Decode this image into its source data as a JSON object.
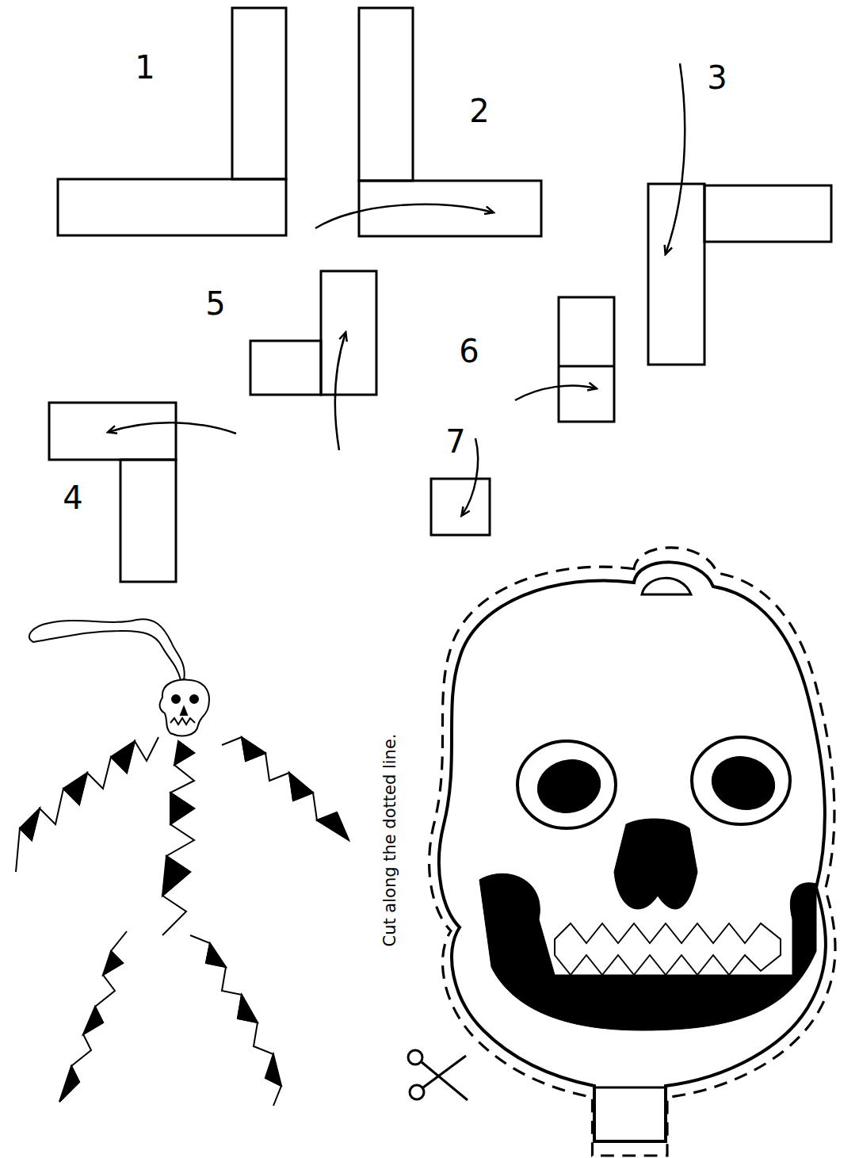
{
  "diagram": {
    "labels": [
      "1",
      "2",
      "3",
      "4",
      "5",
      "6",
      "7",
      "Cut along the dotted line."
    ]
  }
}
